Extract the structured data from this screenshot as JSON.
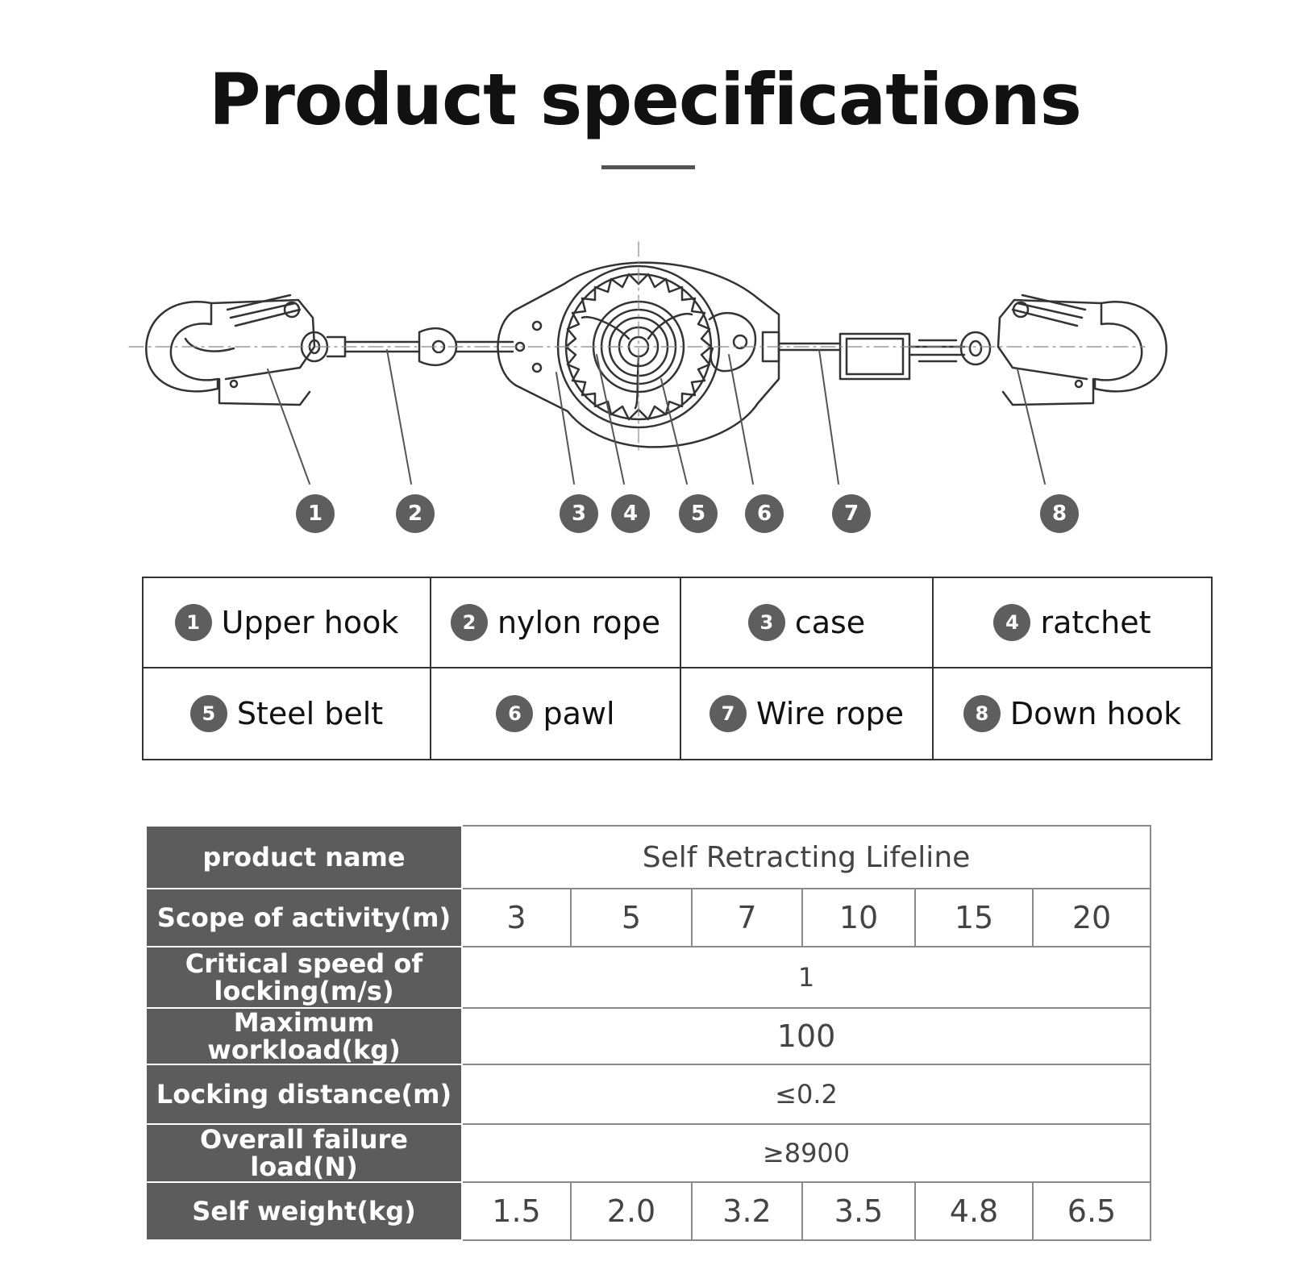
{
  "title": "Product specifications",
  "parts": [
    {
      "num": "1",
      "label": "Upper hook"
    },
    {
      "num": "2",
      "label": "nylon rope"
    },
    {
      "num": "3",
      "label": "case"
    },
    {
      "num": "4",
      "label": "ratchet"
    },
    {
      "num": "5",
      "label": "Steel belt"
    },
    {
      "num": "6",
      "label": "pawl"
    },
    {
      "num": "7",
      "label": "Wire rope"
    },
    {
      "num": "8",
      "label": "Down hook"
    }
  ],
  "specs": {
    "product_name_label": "product name",
    "product_name_value": "Self Retracting Lifeline",
    "scope_label": "Scope of activity(m)",
    "scope_values": [
      "3",
      "5",
      "7",
      "10",
      "15",
      "20"
    ],
    "critical_speed_label": "Critical speed of locking(m/s)",
    "critical_speed_value": "1",
    "max_workload_label": "Maximum workload(kg)",
    "max_workload_value": "100",
    "locking_distance_label": "Locking distance(m)",
    "locking_distance_value": "≤0.2",
    "failure_load_label": "Overall failure load(N)",
    "failure_load_value": "≥8900",
    "self_weight_label": "Self weight(kg)",
    "self_weight_values": [
      "1.5",
      "2.0",
      "3.2",
      "3.5",
      "4.8",
      "6.5"
    ]
  }
}
